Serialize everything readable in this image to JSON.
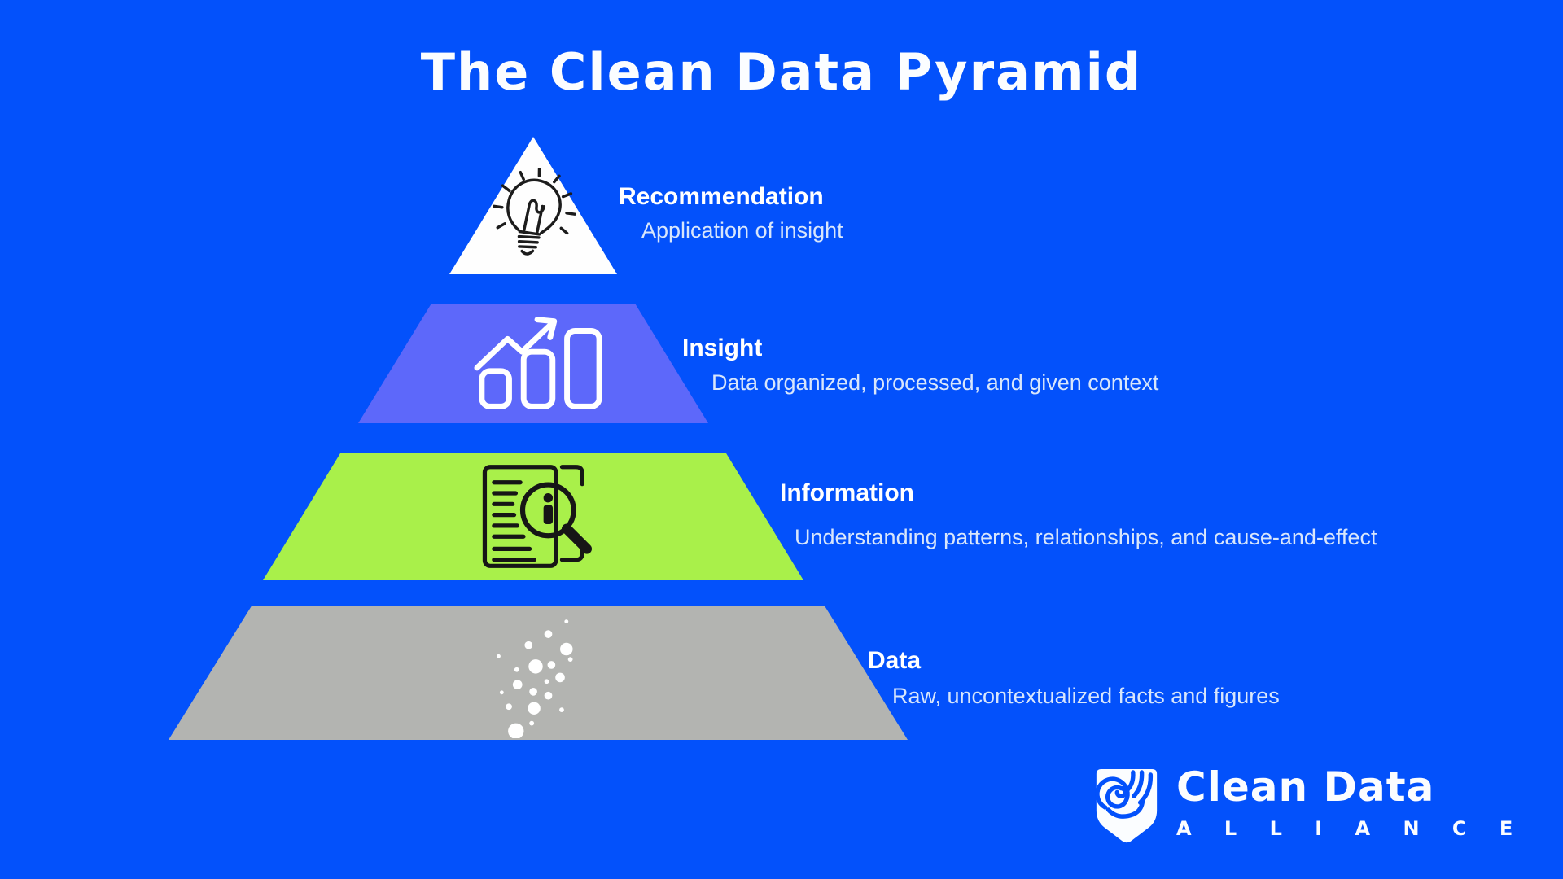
{
  "page": {
    "title": "The Clean Data Pyramid",
    "background_color": "#0351fb"
  },
  "pyramid": {
    "tiers": [
      {
        "name": "Recommendation",
        "description": "Application of insight",
        "color": "#fefefe",
        "icon": "lightbulb-icon"
      },
      {
        "name": "Insight",
        "description": "Data organized, processed, and given context",
        "color": "#5d68fa",
        "icon": "bar-chart-growth-icon"
      },
      {
        "name": "Information",
        "description": "Understanding patterns, relationships, and cause-and-effect",
        "color": "#a9f04a",
        "icon": "document-magnifier-icon"
      },
      {
        "name": "Data",
        "description": "Raw, uncontextualized facts and figures",
        "color": "#b3b4b1",
        "icon": "scattered-dots-icon"
      }
    ]
  },
  "logo": {
    "brand": "Clean Data",
    "sub_brand": "A L L I A N C E",
    "icon": "fingerprint-shield-icon"
  },
  "text_colors": {
    "label": "#ffffff",
    "description": "#d8e6fb"
  }
}
